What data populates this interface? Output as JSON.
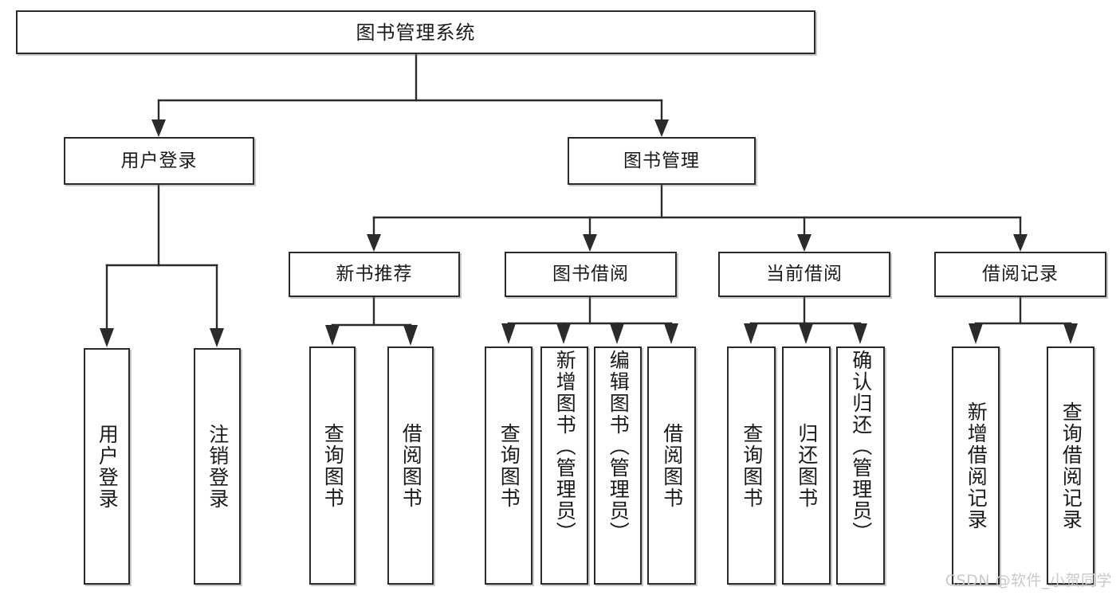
{
  "diagram": {
    "type": "tree-hierarchy",
    "title": "图书管理系统",
    "watermark": "CSDN @软件_小贺同学",
    "colors": {
      "stroke": "#2b2b2b",
      "box_fill": "#ffffff",
      "text": "#1a1a1a",
      "watermark": "#c9c9c9",
      "background": "#ffffff"
    },
    "root": {
      "label": "图书管理系统"
    },
    "level2": [
      {
        "label": "用户登录"
      },
      {
        "label": "图书管理"
      }
    ],
    "level3": [
      {
        "label": "新书推荐"
      },
      {
        "label": "图书借阅"
      },
      {
        "label": "当前借阅"
      },
      {
        "label": "借阅记录"
      }
    ],
    "leaves": {
      "user_login": [
        {
          "label": "用户登录"
        },
        {
          "label": "注销登录"
        }
      ],
      "new_book": [
        {
          "label": "查询图书"
        },
        {
          "label": "借阅图书"
        }
      ],
      "book_borrow": [
        {
          "label": "查询图书"
        },
        {
          "label": "新增图书（管理员）"
        },
        {
          "label": "编辑图书（管理员）"
        },
        {
          "label": "借阅图书"
        }
      ],
      "current_borrow": [
        {
          "label": "查询图书"
        },
        {
          "label": "归还图书"
        },
        {
          "label": "确认归还（管理员）"
        }
      ],
      "borrow_record": [
        {
          "label": "新增借阅记录"
        },
        {
          "label": "查询借阅记录"
        }
      ]
    }
  }
}
